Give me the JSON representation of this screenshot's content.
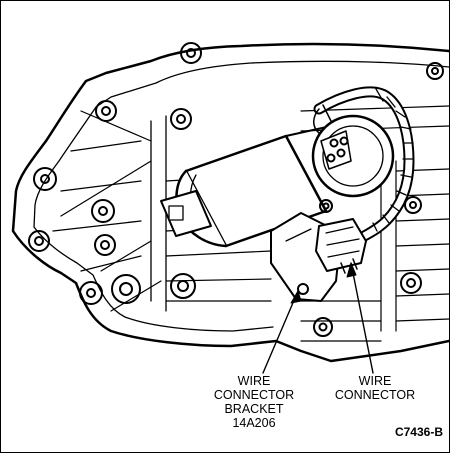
{
  "labels": {
    "bracket": [
      "WIRE",
      "CONNECTOR",
      "BRACKET",
      "14A206"
    ],
    "connector": [
      "WIRE",
      "CONNECTOR"
    ],
    "figure_code": "C7436-B"
  },
  "colors": {
    "ink": "#000000",
    "paper": "#ffffff"
  }
}
